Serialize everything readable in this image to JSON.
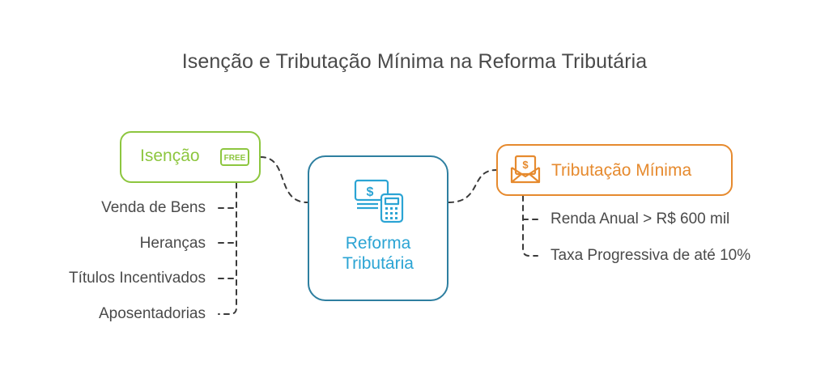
{
  "title": "Isenção e Tributação Mínima na Reforma Tributária",
  "colors": {
    "isencao": "#8dc63f",
    "center_border": "#2e7fa0",
    "center_text": "#2ba4d4",
    "tributacao": "#e68a2e",
    "text": "#4a4a4a",
    "connector": "#3a3a3a"
  },
  "center": {
    "line1": "Reforma",
    "line2": "Tributária",
    "icon": "money-calculator-icon"
  },
  "isencao": {
    "label": "Isenção",
    "badge": "FREE",
    "icon": "free-tag-icon",
    "items": [
      "Venda de Bens",
      "Heranças",
      "Títulos Incentivados",
      "Aposentadorias"
    ]
  },
  "tributacao": {
    "label": "Tributação Mínima",
    "icon": "money-envelope-icon",
    "items": [
      "Renda Anual > R$ 600 mil",
      "Taxa Progressiva de até 10%"
    ]
  }
}
